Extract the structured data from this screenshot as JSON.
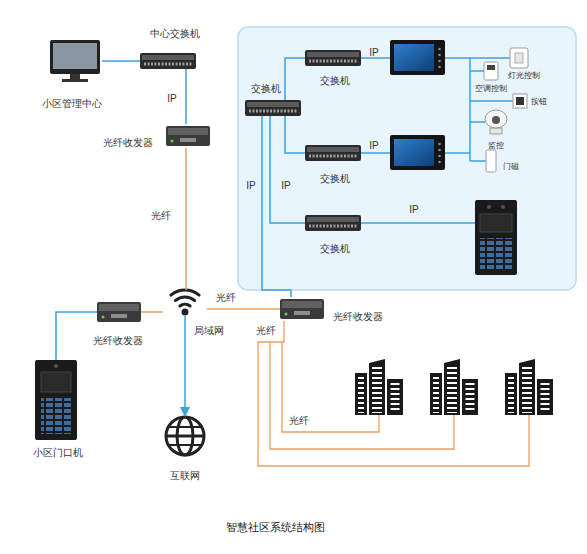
{
  "diagram": {
    "caption": "智慧社区系统结构图",
    "nodes": [
      {
        "text": [
          "小区管理中心"
        ]
      },
      {
        "text": [
          "中心交换机"
        ]
      },
      {
        "text": [
          "光纤收发器"
        ]
      },
      {
        "text": [
          "局域网"
        ]
      },
      {
        "text": [
          "光纤收发器"
        ]
      },
      {
        "text": [
          "小区门口机"
        ]
      },
      {
        "text": [
          "互联网"
        ]
      },
      {
        "text": [
          "光纤收发器"
        ]
      },
      {
        "text": [
          "交换机"
        ]
      },
      {
        "text": [
          "交换机"
        ]
      },
      {
        "text": [
          "交换机"
        ]
      },
      {
        "text": [
          "交换机"
        ]
      },
      {
        "text": [
          "灯光控制"
        ]
      },
      {
        "text": [
          "空调控制"
        ]
      },
      {
        "text": [
          "按钮"
        ]
      },
      {
        "text": [
          "监控"
        ]
      },
      {
        "text": [
          "门磁"
        ]
      }
    ],
    "edges": [
      {
        "from": 0,
        "to": 1,
        "arrow": "none"
      },
      {
        "from": 1,
        "to": 2,
        "label": "IP",
        "arrow": "none"
      },
      {
        "from": 2,
        "to": 3,
        "label": "光纤",
        "arrow": "none"
      },
      {
        "from": 3,
        "to": 4,
        "arrow": "none"
      },
      {
        "from": 3,
        "to": 7,
        "label": "光纤",
        "arrow": "none"
      },
      {
        "from": 4,
        "to": 5,
        "arrow": "none"
      },
      {
        "from": 3,
        "to": 6,
        "arrow": "to"
      },
      {
        "from": 7,
        "to": 8,
        "label": "IP",
        "arrow": "none"
      },
      {
        "from": 8,
        "to": 9,
        "arrow": "none"
      },
      {
        "from": 8,
        "to": 10,
        "arrow": "none"
      },
      {
        "from": 8,
        "to": 11,
        "label": "IP",
        "arrow": "none"
      }
    ],
    "labels": [
      "IP",
      "IP",
      "IP",
      "光纤",
      "光纤"
    ]
  }
}
